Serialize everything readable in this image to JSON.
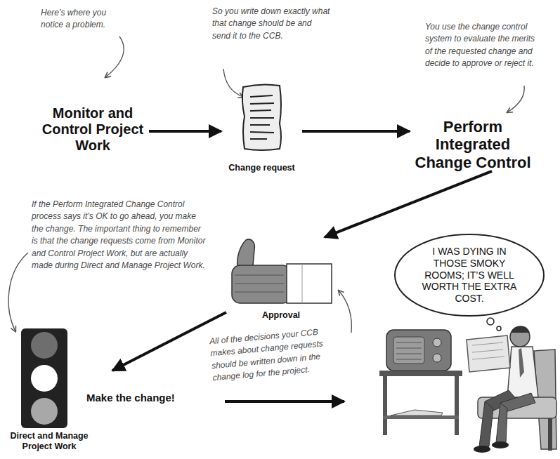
{
  "diagram": {
    "nodes": [
      {
        "text": [
          "Monitor and Control Project Work"
        ]
      },
      {
        "text": [
          "Change request"
        ]
      },
      {
        "text": [
          "Perform Integrated Change Control"
        ]
      },
      {
        "text": [
          "Approval"
        ]
      },
      {
        "text": [
          "Make the change!",
          "Direct and Manage Project Work"
        ]
      },
      {
        "text": [
          "I WAS DYING IN THOSE SMOKY ROOMS; IT’S WELL WORTH THE EXTRA COST."
        ]
      }
    ],
    "edges": [
      {
        "from": 0,
        "to": 1,
        "arrow": "to"
      },
      {
        "from": 1,
        "to": 2,
        "arrow": "to"
      },
      {
        "from": 2,
        "to": 3,
        "arrow": "to"
      },
      {
        "from": 3,
        "to": 4,
        "arrow": "to"
      },
      {
        "from": 4,
        "to": 5,
        "arrow": "to"
      }
    ],
    "labels": [
      "Here’s where you notice a problem.",
      "So you write down exactly what that change should be and send it to the CCB.",
      "You use the change control system to evaluate the merits of the requested change and decide to approve or reject it.",
      "If the Perform Integrated Change Control process says it’s OK to go ahead, you make the change. The important thing to remember is that the change requests come from Monitor and Control Project Work, but are actually made during Direct and Manage Project Work.",
      "All of the decisions your CCB makes about change requests should be written down in the change log for the project."
    ]
  }
}
